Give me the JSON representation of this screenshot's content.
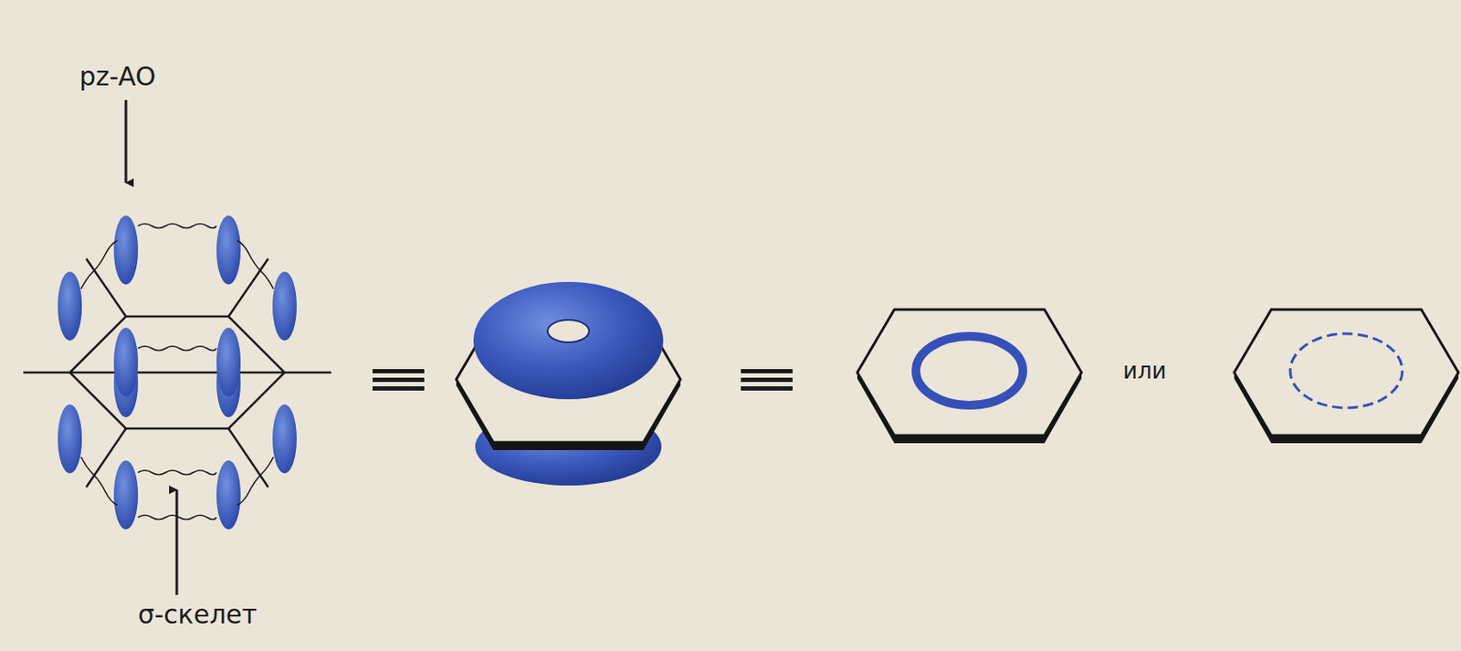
{
  "diagram": {
    "labels": [
      "pz-AO",
      "σ-скелет",
      "или"
    ]
  }
}
